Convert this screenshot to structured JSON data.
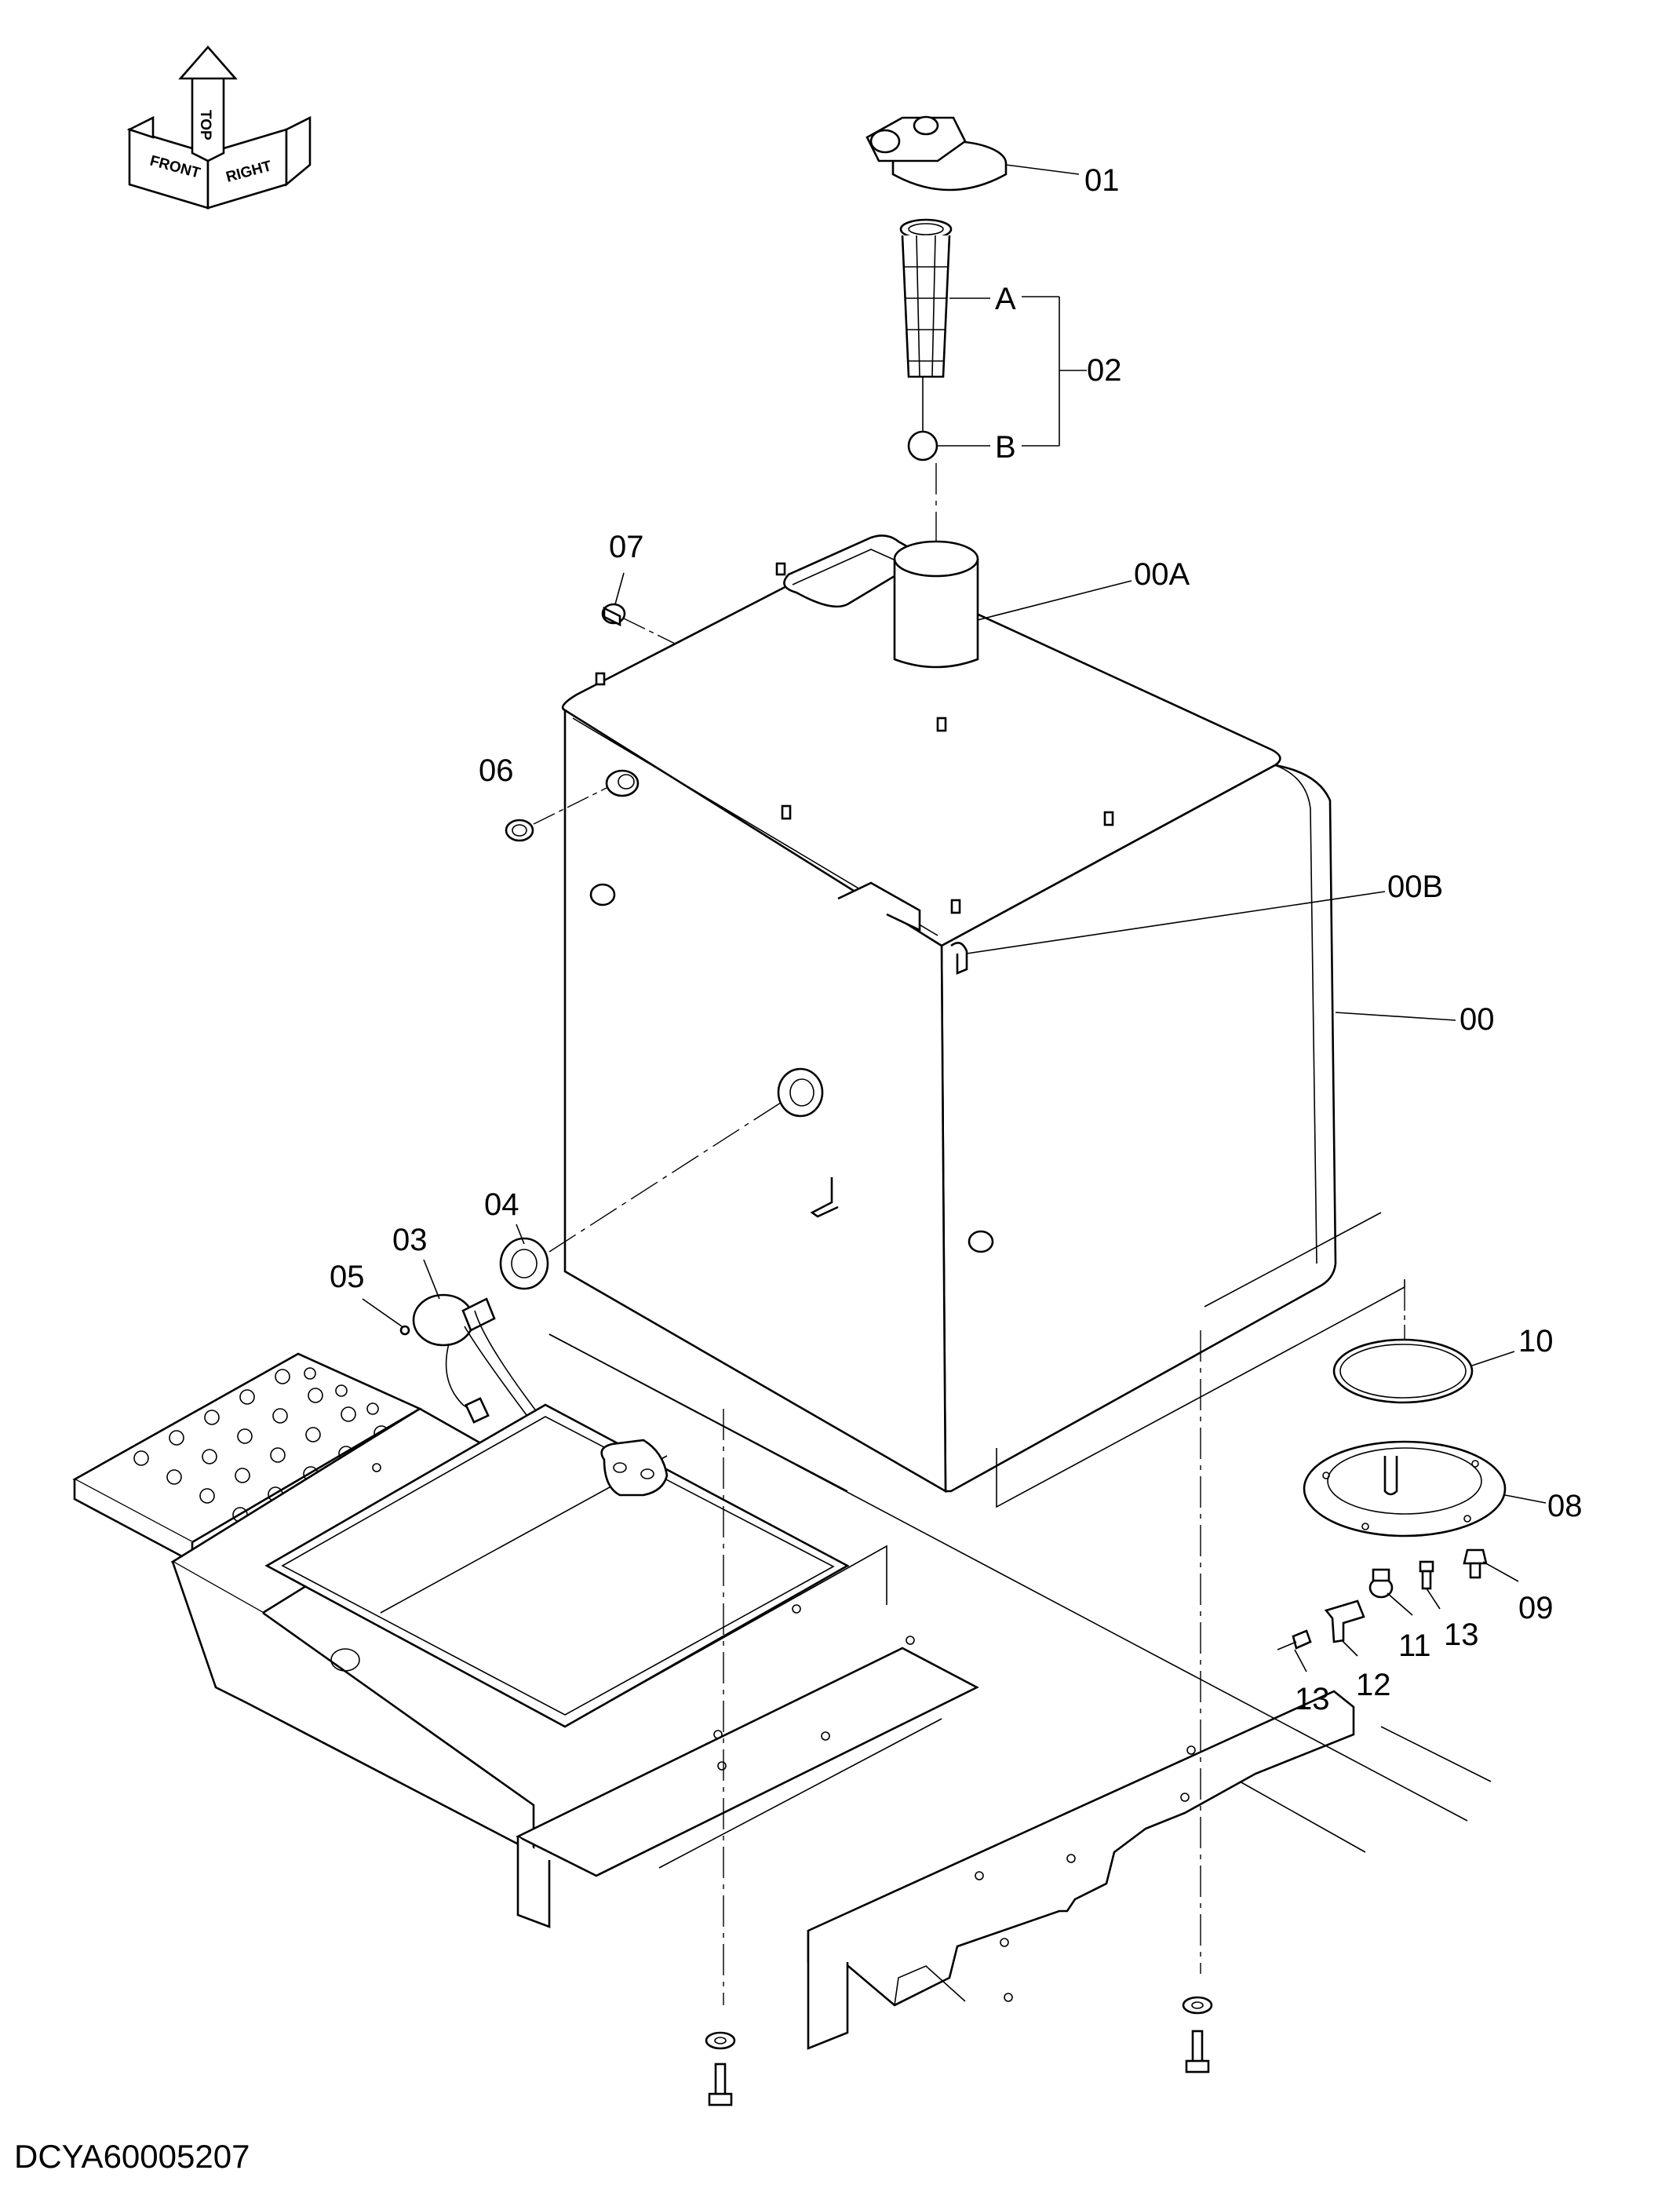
{
  "diagram": {
    "document_id": "DCYA60005207",
    "orientation_labels": [
      "FRONT",
      "TOP",
      "RIGHT"
    ],
    "callouts": {
      "c01": "01",
      "c02": "02",
      "cA": "A",
      "cB": "B",
      "c00A": "00A",
      "c07": "07",
      "c06": "06",
      "c00B": "00B",
      "c00": "00",
      "c04": "04",
      "c03": "03",
      "c05": "05",
      "c10": "10",
      "c08": "08",
      "c09": "09",
      "c13a": "13",
      "c11": "11",
      "c12": "12",
      "c13b": "13"
    }
  }
}
